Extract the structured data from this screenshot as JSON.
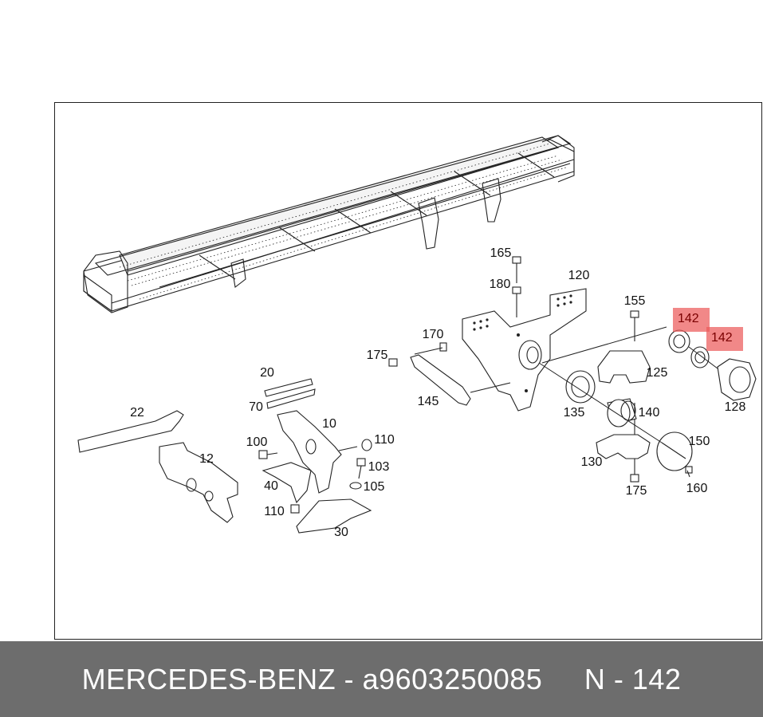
{
  "diagram": {
    "labels": {
      "l165": "165",
      "l180": "180",
      "l120": "120",
      "l155": "155",
      "l170": "170",
      "l175a": "175",
      "l125": "125",
      "l145": "145",
      "l135": "135",
      "l140": "140",
      "l128": "128",
      "l150": "150",
      "l130": "130",
      "l175b": "175",
      "l160": "160",
      "l20": "20",
      "l70": "70",
      "l10": "10",
      "l22": "22",
      "l12": "12",
      "l100": "100",
      "l110a": "110",
      "l103": "103",
      "l40": "40",
      "l105": "105",
      "l110b": "110",
      "l30": "30"
    },
    "highlighted": [
      "142",
      "142"
    ]
  },
  "footer": {
    "brand": "MERCEDES-BENZ",
    "separator1": " - ",
    "part_number": "a9603250085",
    "gap": "     ",
    "position_prefix": "N - ",
    "position": "142"
  },
  "colors": {
    "highlight": "#ec5a5a",
    "footer_bg": "#6d6d6d",
    "footer_text": "#ffffff",
    "line": "#222222"
  }
}
